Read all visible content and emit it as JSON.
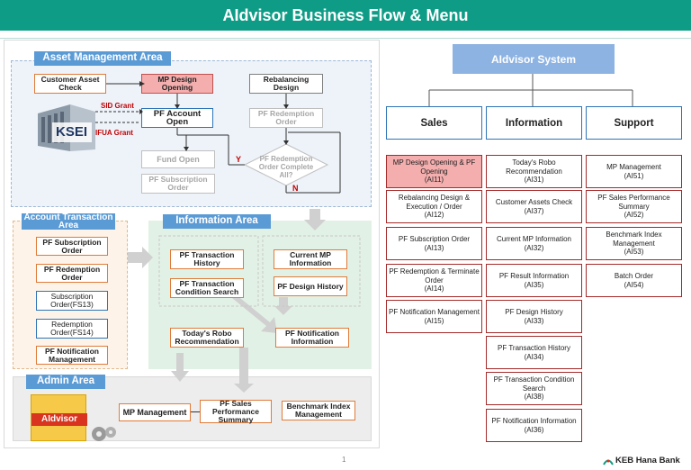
{
  "header": {
    "title": "AIdvisor Business Flow & Menu"
  },
  "asset_area": {
    "title": "Asset Management Area",
    "customer_check": "Customer Asset Check",
    "mp_design": "MP Design Opening",
    "rebalancing": "Rebalancing Design",
    "sid_grant": "SID Grant",
    "ifua_grant": "IFUA Grant",
    "ksei": "KSEI",
    "pf_account_open": "PF Account Open",
    "pf_redemption_order": "PF Redemption Order",
    "fund_open": "Fund Open",
    "pf_subscription_order": "PF Subscription Order",
    "decision": "PF Redemption Order Complete All?",
    "yes": "Y",
    "no": "N"
  },
  "account_area": {
    "title": "Account Transaction Area",
    "items": [
      "PF Subscription Order",
      "PF Redemption Order",
      "Subscription Order(FS13)",
      "Redemption Order(FS14)",
      "PF Notification Management"
    ]
  },
  "info_area": {
    "title": "Information Area",
    "pf_transaction_history": "PF Transaction History",
    "pf_transaction_condition": "PF Transaction Condition Search",
    "current_mp": "Current MP Information",
    "pf_design_history": "PF Design History",
    "todays_robo": "Today's Robo Recommendation",
    "pf_notification_info": "PF Notification Information"
  },
  "admin_area": {
    "title": "Admin Area",
    "mp_management": "MP Management",
    "pf_sales_summary": "PF Sales Performance Summary",
    "benchmark": "Benchmark Index Management",
    "logo_text": "AIdvisor"
  },
  "system": {
    "title": "AIdvisor System",
    "categories": [
      "Sales",
      "Information",
      "Support"
    ],
    "sales": [
      {
        "label": "MP Design Opening & PF Opening",
        "code": "(AI11)"
      },
      {
        "label": "Rebalancing Design & Execution / Order",
        "code": "(AI12)"
      },
      {
        "label": "PF Subscription Order",
        "code": "(AI13)"
      },
      {
        "label": "PF Redemption & Terminate Order",
        "code": "(AI14)"
      },
      {
        "label": "PF Notification Management",
        "code": "(AI15)"
      }
    ],
    "information": [
      {
        "label": "Today's Robo Recommendation",
        "code": "(AI31)"
      },
      {
        "label": "Customer Assets Check",
        "code": "(AI37)"
      },
      {
        "label": "Current MP Information",
        "code": "(AI32)"
      },
      {
        "label": "PF Result Information",
        "code": "(AI35)"
      },
      {
        "label": "PF Design History",
        "code": "(AI33)"
      },
      {
        "label": "PF Transaction History",
        "code": "(AI34)"
      },
      {
        "label": "PF Transaction Condition Search",
        "code": "(AI38)"
      },
      {
        "label": "PF Notification Information",
        "code": "(AI36)"
      }
    ],
    "support": [
      {
        "label": "MP Management",
        "code": "(AI51)"
      },
      {
        "label": "PF Sales Performance Summary",
        "code": "(AI52)"
      },
      {
        "label": "Benchmark Index Management",
        "code": "(AI53)"
      },
      {
        "label": "Batch Order",
        "code": "(AI54)"
      }
    ]
  },
  "footer": {
    "page_number": "1",
    "brand": "KEB Hana Bank"
  }
}
